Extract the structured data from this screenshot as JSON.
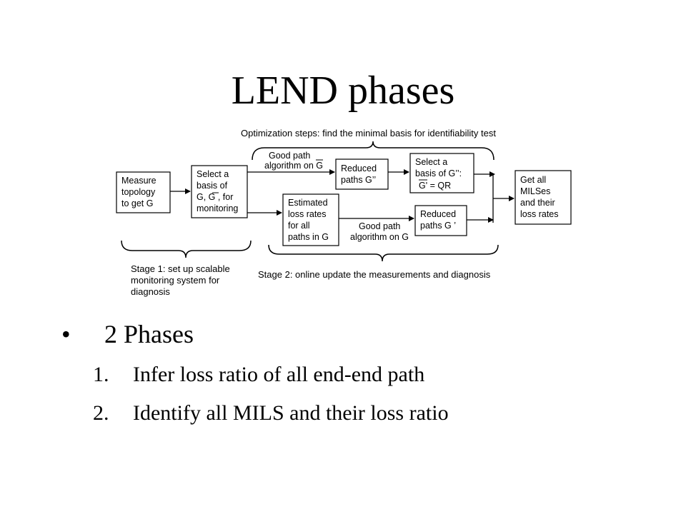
{
  "slide": {
    "title": "LEND phases"
  },
  "diagram": {
    "top_caption": "Optimization steps: find the minimal basis for identifiability test",
    "boxes": {
      "measure": [
        "Measure",
        "topology",
        "to get G"
      ],
      "select_basis": [
        "Select a",
        "basis of",
        "G, G , for",
        "monitoring"
      ],
      "reduced_top": [
        "Reduced",
        "paths G’’"
      ],
      "select_basis2": [
        "Select a",
        "basis of G’’:",
        "G' = QR"
      ],
      "estimated": [
        "Estimated",
        "loss rates",
        "for all",
        "paths in G"
      ],
      "reduced_bottom": [
        "Reduced",
        "paths G ’"
      ],
      "get_all": [
        "Get all",
        "MILSes",
        "and their",
        "loss rates"
      ]
    },
    "arrow_labels": {
      "top": [
        "Good path",
        "algorithm on G"
      ],
      "bottom": [
        "Good path",
        "algorithm on G"
      ]
    },
    "stage1_caption": [
      "Stage 1: set up scalable",
      "monitoring system for",
      "diagnosis"
    ],
    "stage2_caption": "Stage 2: online update the measurements and diagnosis"
  },
  "bullets": {
    "symbol": "•",
    "main": "2 Phases",
    "items": [
      {
        "num": "1.",
        "text": "Infer loss ratio of all end-end path"
      },
      {
        "num": "2.",
        "text": "Identify all MILS and their loss ratio"
      }
    ]
  }
}
